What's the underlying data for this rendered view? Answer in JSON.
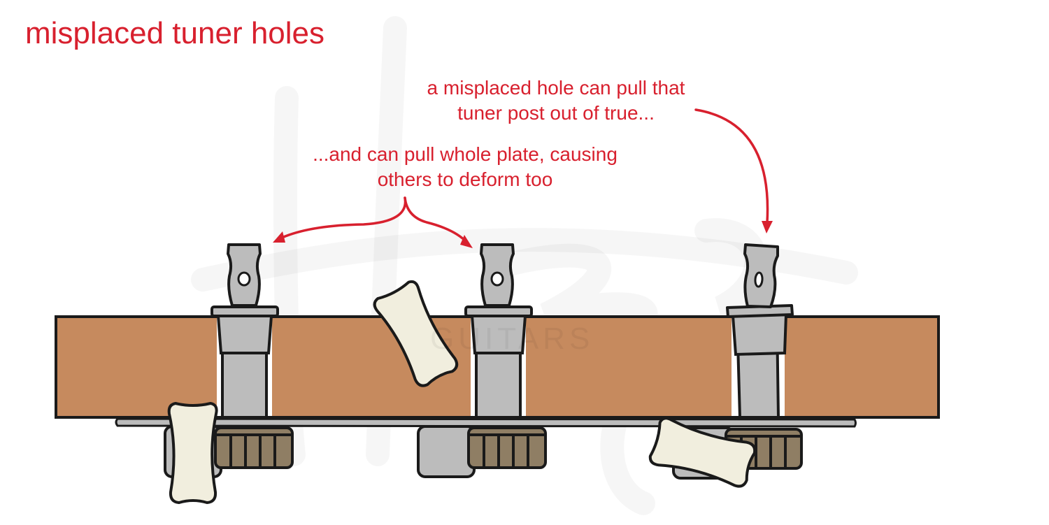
{
  "title": "misplaced tuner holes",
  "annotations": {
    "post_out_of_true": [
      "a misplaced hole can pull that",
      "tuner post out of true..."
    ],
    "plate_pull": [
      "...and can pull whole plate, causing",
      "others to deform too"
    ]
  },
  "watermark": {
    "brand": "GUITARS"
  },
  "colors": {
    "accent": "#d8202e",
    "wood": "#c68a5e",
    "metal": "#bcbcbc",
    "gear": "#8f7e64",
    "button": "#f1eede",
    "outline": "#1a1a1a"
  }
}
